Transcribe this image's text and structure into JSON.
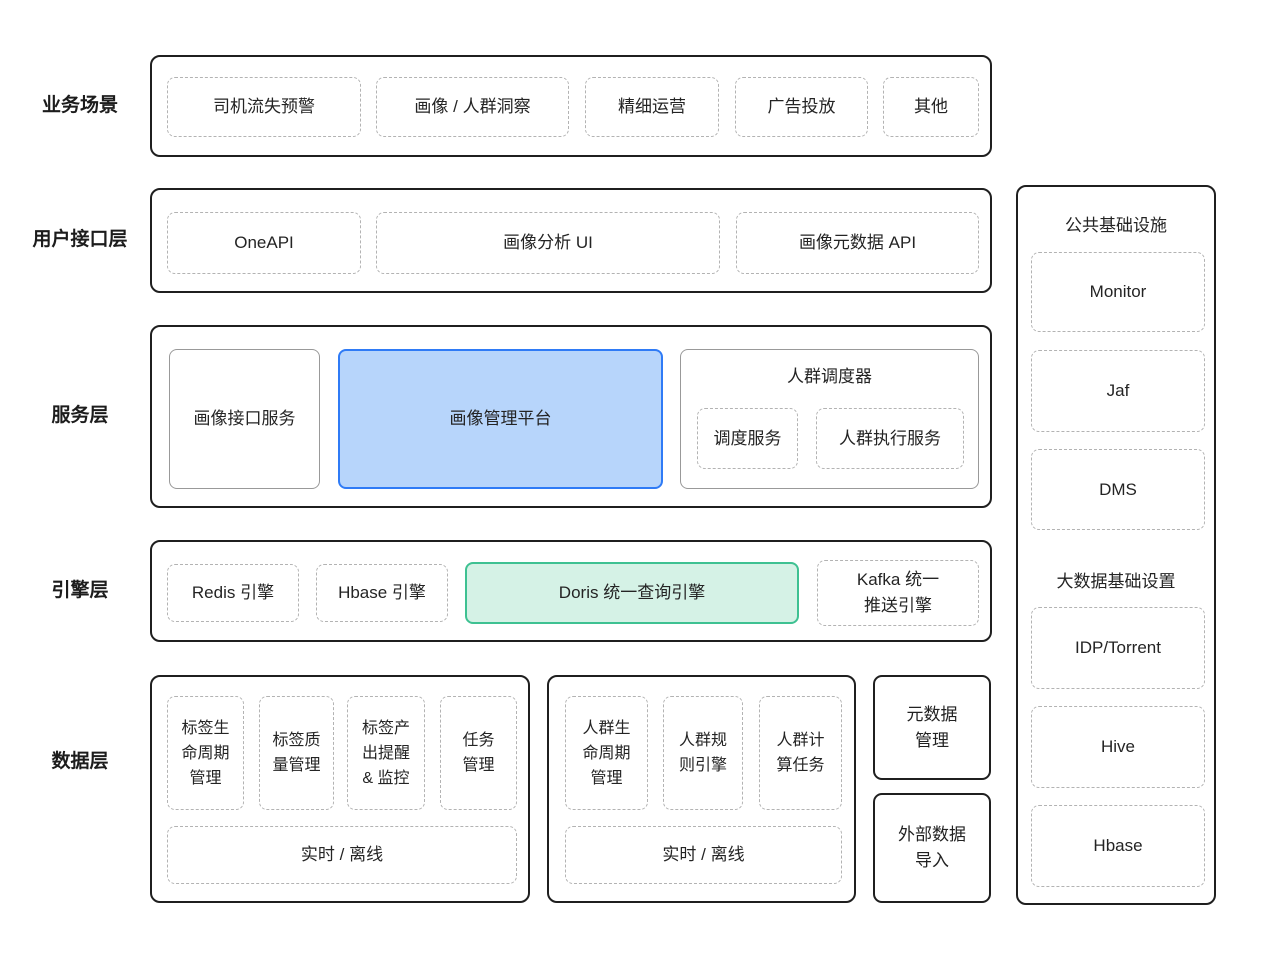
{
  "colors": {
    "accent_blue_fill": "#b7d5fb",
    "accent_blue_border": "#2f7bf6",
    "accent_green_fill": "#d5f2e6",
    "accent_green_border": "#3ec192"
  },
  "labels": {
    "business": "业务场景",
    "user_interface": "用户接口层",
    "service": "服务层",
    "engine": "引擎层",
    "data": "数据层"
  },
  "business": {
    "items": [
      "司机流失预警",
      "画像 / 人群洞察",
      "精细运营",
      "广告投放",
      "其他"
    ]
  },
  "ui": {
    "items": [
      "OneAPI",
      "画像分析 UI",
      "画像元数据 API"
    ]
  },
  "service": {
    "portrait_api": "画像接口服务",
    "portrait_platform": "画像管理平台",
    "scheduler_title": "人群调度器",
    "scheduler_items": [
      "调度服务",
      "人群执行服务"
    ]
  },
  "engine": {
    "items": [
      "Redis 引擎",
      "Hbase 引擎",
      "Doris 统一查询引擎",
      "Kafka 统一\n推送引擎"
    ]
  },
  "data_layer": {
    "tag_group": {
      "items": [
        "标签生\n命周期\n管理",
        "标签质\n量管理",
        "标签产\n出提醒\n& 监控",
        "任务\n管理"
      ],
      "bottom": "实时 / 离线"
    },
    "crowd_group": {
      "items": [
        "人群生\n命周期\n管理",
        "人群规\n则引擎",
        "人群计\n算任务"
      ],
      "bottom": "实时 / 离线"
    },
    "metadata_mgmt": "元数据\n管理",
    "external_import": "外部数据\n导入"
  },
  "sidebar": {
    "sections": [
      {
        "title": "公共基础设施",
        "items": [
          "Monitor",
          "Jaf",
          "DMS"
        ]
      },
      {
        "title": "大数据基础设置",
        "items": [
          "IDP/Torrent",
          "Hive",
          "Hbase"
        ]
      }
    ]
  }
}
